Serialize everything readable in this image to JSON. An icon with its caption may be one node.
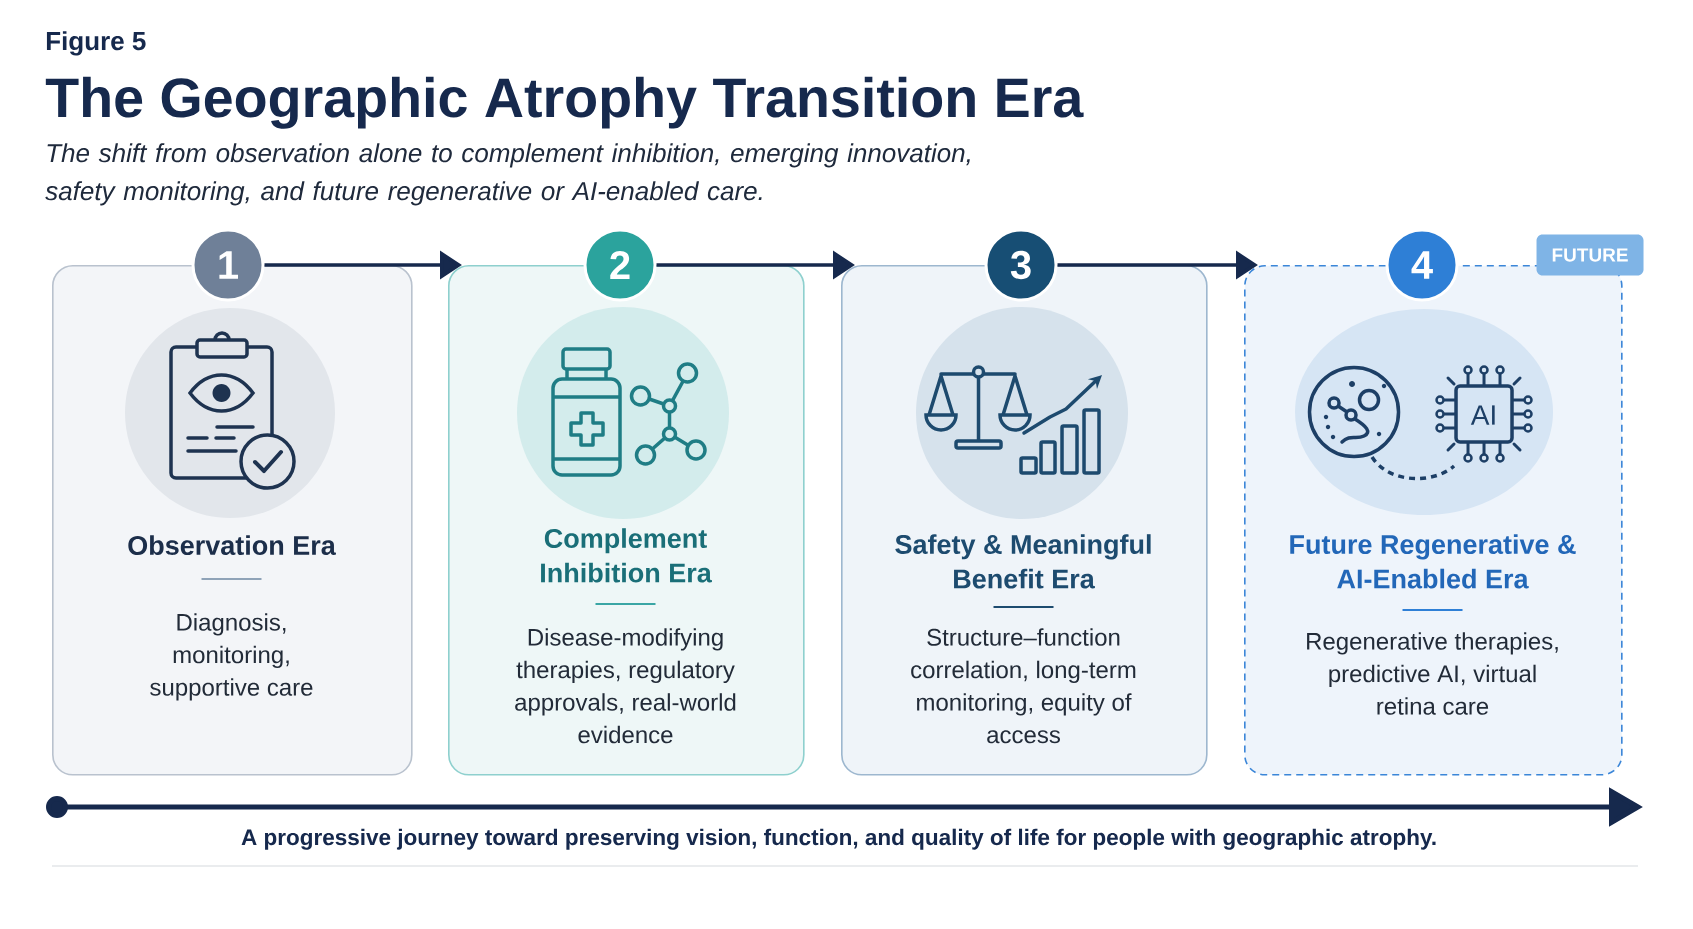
{
  "diagram": {
    "title": "The Geographic Atrophy Transition Era",
    "nodes": [
      {
        "text": [
          "1"
        ]
      },
      {
        "text": [
          "Observation Era",
          "Diagnosis, monitoring, supportive care"
        ]
      },
      {
        "text": [
          "2"
        ]
      },
      {
        "text": [
          "Complement Inhibition Era",
          "Disease-modifying therapies, regulatory approvals, real-world evidence"
        ]
      },
      {
        "text": [
          "3"
        ]
      },
      {
        "text": [
          "Safety & Meaningful Benefit Era",
          "Structure–function correlation, long-term monitoring, equity of access"
        ]
      },
      {
        "text": [
          "4"
        ]
      },
      {
        "text": [
          "FUTURE"
        ]
      },
      {
        "text": [
          "Future Regenerative & AI-Enabled Era",
          "Regenerative therapies, predictive AI, virtual retina care"
        ]
      }
    ],
    "edges": [
      {
        "from": 0,
        "to": 3,
        "arrow": "to"
      },
      {
        "from": 2,
        "to": 5,
        "arrow": "to"
      },
      {
        "from": 4,
        "to": 8,
        "arrow": "to"
      }
    ],
    "labels": [
      "Figure 5",
      "The shift from observation alone to complement inhibition, emerging innovation, safety monitoring, and future regenerative or AI-enabled care.",
      "AI",
      "A progressive journey toward preserving vision, function, and quality of life for people with geographic atrophy."
    ]
  }
}
